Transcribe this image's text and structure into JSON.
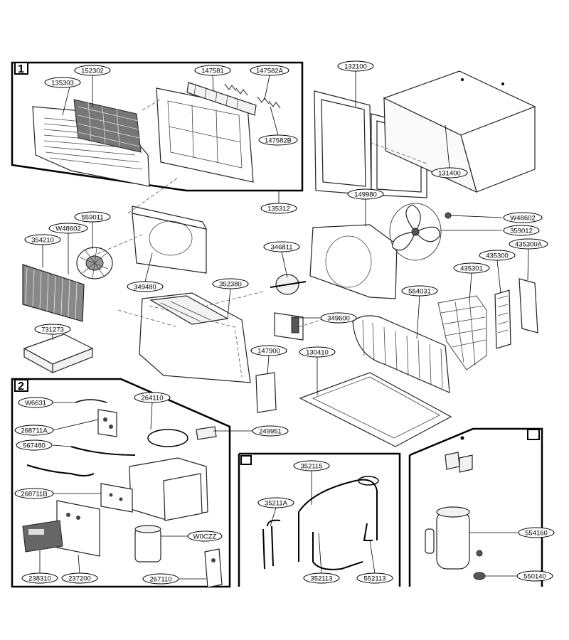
{
  "sections": [
    "1",
    "2"
  ],
  "labels": {
    "l135303": "135303",
    "l152302": "152302",
    "l147581": "147581",
    "l147582A": "147582A",
    "l147582B": "147582B",
    "l135312": "135312",
    "l132100": "132100",
    "l131400": "131400",
    "l149980": "149980",
    "lW48602a": "W48602",
    "l359012": "359012",
    "l559011": "559011",
    "lW48602b": "W48602",
    "l354210": "354210",
    "l349480": "349480",
    "l346811": "346811",
    "l435300": "435300",
    "l435300A": "435300A",
    "l435301": "435301",
    "l352380": "352380",
    "l554031": "554031",
    "l349600": "349600",
    "l731273": "731273",
    "l147900": "147900",
    "l130410": "130410",
    "lW6631": "W6631",
    "l264110": "264110",
    "l268711A": "268711A",
    "l249951": "249951",
    "l567480": "567480",
    "l352115": "352115",
    "l268711B": "268711B",
    "l35211A": "35211A",
    "lW0CZZ": "W0CZZ",
    "l554160": "554160",
    "l238310": "238310",
    "l237200": "237200",
    "l267110": "267110",
    "l352113": "352113",
    "l552113": "552113",
    "l550140": "550140"
  }
}
